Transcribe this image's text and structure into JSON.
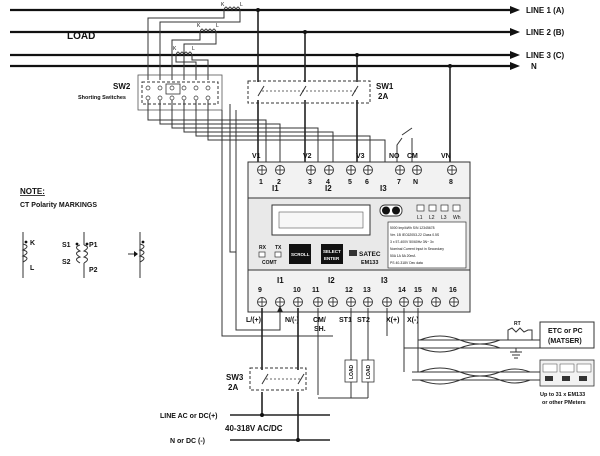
{
  "lines": {
    "l1": "LINE 1 (A)",
    "l2": "LINE 2 (B)",
    "l3": "LINE 3 (C)",
    "n": "N",
    "load": "LOAD"
  },
  "ct_marks": {
    "k": "K",
    "l": "L"
  },
  "switches": {
    "sw1": "SW1",
    "sw1_rating": "2A",
    "sw2": "SW2",
    "sw2_desc": "Shorting Switches",
    "sw3": "SW3",
    "sw3_rating": "2A"
  },
  "note": {
    "title": "NOTE:",
    "subtitle": "CT Polarity MARKINGS",
    "k": "K",
    "l": "L",
    "s1": "S1",
    "s2": "S2",
    "p1": "P1",
    "p2": "P2"
  },
  "top_labels": {
    "v1": "V1",
    "v2": "V2",
    "v3": "V3",
    "no": "NO",
    "cm": "CM",
    "vn": "VN"
  },
  "top_terms": [
    "1",
    "2",
    "3",
    "4",
    "5",
    "6",
    "7",
    "N",
    "8"
  ],
  "top_ct": {
    "i1": "I1",
    "i2": "I2",
    "i3": "I3"
  },
  "bottom_terms": [
    "9",
    "10",
    "11",
    "12",
    "13",
    "14",
    "15",
    "N",
    "16"
  ],
  "bottom_ct": {
    "i1": "I1",
    "i2": "I2",
    "i3": "I3"
  },
  "device": {
    "leds": [
      "L1",
      "L2",
      "L3",
      "Wh"
    ],
    "rx": "RX",
    "tx": "TX",
    "comt": "COMT",
    "scroll": "SCROLL",
    "select": "SELECT",
    "enter": "ENTER",
    "brand": "SATEC",
    "model": "EM133",
    "spec": [
      "5000 Imp/kWh  S/N 12345678",
      "Ver. 1B  IEC62053-22  Class 0.5S",
      "3 x 57-400V  50/60Hz  3N~  3x",
      "Nominal Current Input in Secondary",
      "50A   1A   5A   20mA",
      "PS 40-318V   Dec data"
    ]
  },
  "bottom_labels": {
    "lplus": "L/(+)",
    "nminus": "N/(-)",
    "cm": "CM/",
    "sh": "SH.",
    "st1": "ST1",
    "st2": "ST2",
    "xplus": "X(+)",
    "xminus": "X(-)"
  },
  "loads": {
    "st1": "LOAD",
    "st2": "LOAD"
  },
  "supply": {
    "line": "LINE AC or DC(+)",
    "voltage": "40-318V AC/DC",
    "neutral": "N or DC (-)"
  },
  "comm": {
    "rt": "RT",
    "etc_line1": "ETC or PC",
    "etc_line2": "(MATSER)",
    "up_line1": "Up to 31 x EM133",
    "up_line2": "or other PMeters"
  }
}
